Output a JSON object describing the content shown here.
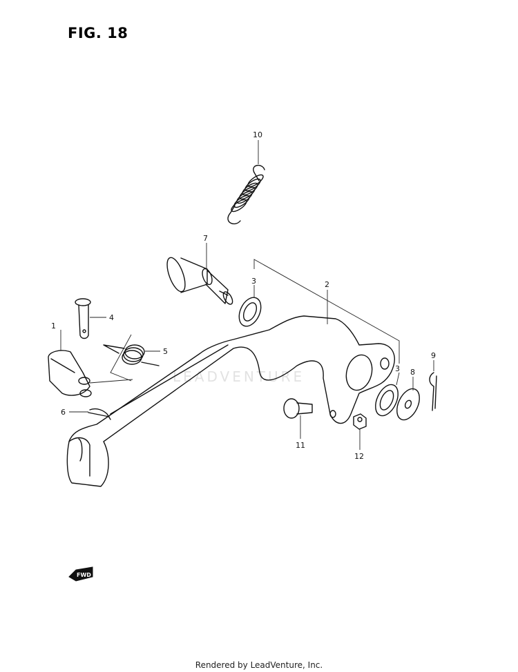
{
  "figure": {
    "title": "FIG. 18"
  },
  "footer": {
    "text": "Rendered by LeadVenture, Inc."
  },
  "watermark": {
    "text": "LEADVENTURE"
  },
  "direction_badge": {
    "text": "FWD",
    "icon": "forward-arrow-icon"
  },
  "callouts": [
    "1",
    "2",
    "3",
    "3",
    "4",
    "5",
    "6",
    "7",
    "8",
    "9",
    "10",
    "11",
    "12"
  ]
}
